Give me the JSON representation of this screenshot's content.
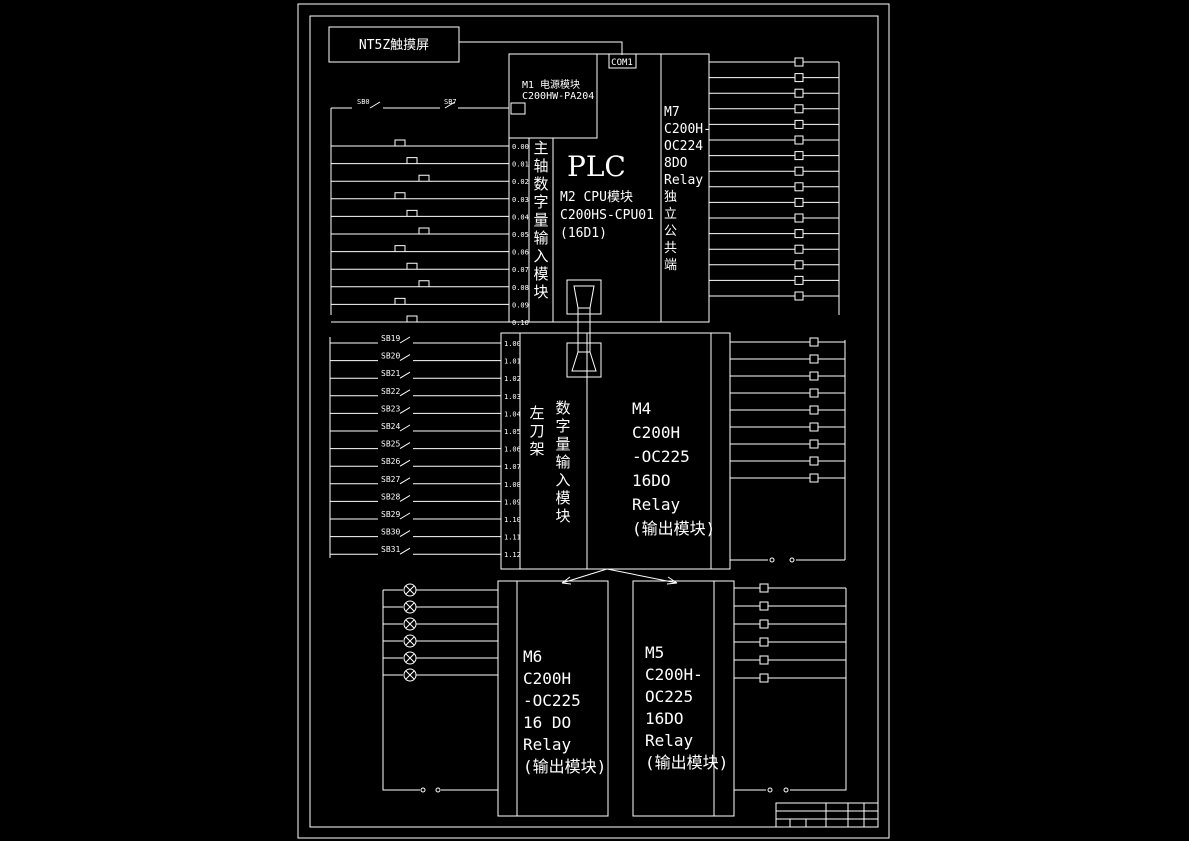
{
  "screen": {
    "touch_label": "NT5Z触摸屏",
    "com_label": "COM1",
    "power_module": {
      "line1": "M1 电源模块",
      "line2": "C200HW-PA204"
    },
    "cpu": {
      "plc": "PLC",
      "line1": "M2 CPU模块",
      "line2": "C200HS-CPU01",
      "line3": "(16D1)"
    },
    "m7": [
      "M7",
      "C200H-",
      "OC224",
      "8DO",
      "Relay",
      "独",
      "立",
      "公",
      "共",
      "端"
    ],
    "spindle_input": [
      "主",
      "轴",
      "数",
      "字",
      "量",
      "输",
      "入",
      "模",
      "块"
    ],
    "left_turret": [
      "左",
      "刀",
      "架"
    ],
    "digital_input": [
      "数",
      "字",
      "量",
      "输",
      "入",
      "模",
      "块"
    ],
    "m4": [
      "M4",
      "C200H",
      "-OC225",
      "16DO",
      "Relay",
      "(输出模块)"
    ],
    "m6": [
      "M6",
      "C200H",
      "-OC225",
      "16 DO",
      "Relay",
      "(输出模块)"
    ],
    "m5": [
      "M5",
      "C200H-",
      "OC225",
      "16DO",
      "Relay",
      "(输出模块)"
    ],
    "sb_labels": [
      "SB19",
      "SB20",
      "SB21",
      "SB22",
      "SB23",
      "SB24",
      "SB25",
      "SB26",
      "SB27",
      "SB28",
      "SB29",
      "SB30",
      "SB31"
    ],
    "upper_addresses": [
      "0.00",
      "0.01",
      "0.02",
      "0.03",
      "0.04",
      "0.05",
      "0.06",
      "0.07",
      "0.08",
      "0.09",
      "0.10"
    ],
    "left_addresses": [
      "1.00",
      "1.01",
      "1.02",
      "1.03",
      "1.04",
      "1.05",
      "1.06",
      "1.07",
      "1.08",
      "1.09",
      "1.10",
      "1.11",
      "1.12"
    ]
  },
  "colors": {
    "background": "#000000",
    "line": "#ffffff"
  }
}
